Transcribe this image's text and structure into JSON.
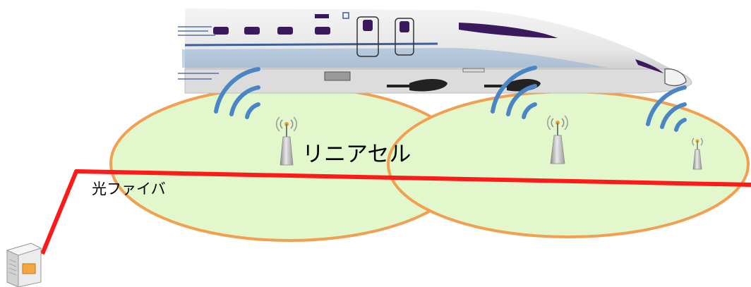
{
  "labels": {
    "cell": "リニアセル",
    "fiber": "光ファイバ"
  },
  "colors": {
    "cell_fill": "#e2f8cc",
    "cell_border": "#f0a050",
    "fiber_line": "#ff1a1a",
    "wave": "#4a86c5",
    "train_body": "#d9d9d9",
    "train_accent": "#3a1a5c"
  },
  "icons": {
    "antenna": "antenna-icon",
    "server": "server-icon",
    "train": "maglev-train-image",
    "signal": "signal-wave-icon"
  }
}
